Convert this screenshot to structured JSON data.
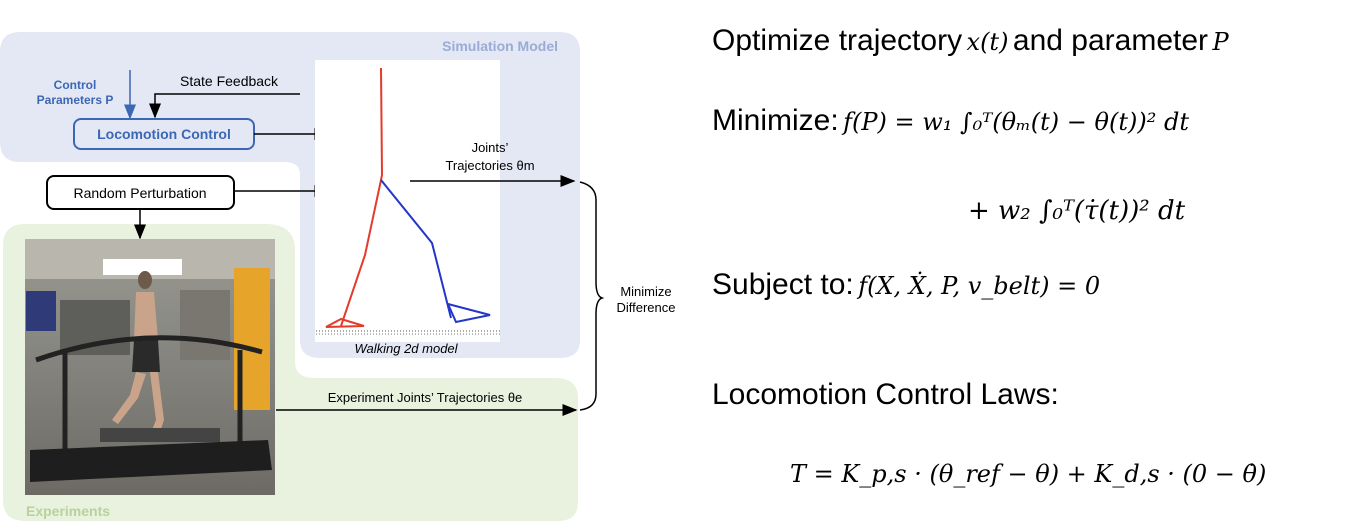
{
  "diagram": {
    "simulation_title": "Simulation Model",
    "experiments_title": "Experiments",
    "control_params": [
      "Control",
      "Parameters P"
    ],
    "state_feedback": "State Feedback",
    "locomotion_control": "Locomotion Control",
    "random_perturbation": "Random Perturbation",
    "walking_model_caption": "Walking 2d model",
    "joints_traj_line1": "Joints’",
    "joints_traj_line2": "Trajectories θm",
    "minimize_difference": [
      "Minimize",
      "Difference"
    ],
    "experiment_traj": "Experiment Joints’ Trajectories θe"
  },
  "equations": {
    "optimize_prefix": "Optimize trajectory",
    "optimize_x": "x(t)",
    "optimize_mid": "and parameter",
    "optimize_p": "P",
    "minimize_label": "Minimize:",
    "minimize_expr": "f(P) = w₁ ∫₀ᵀ(θₘ(t) − θ(t))² dt",
    "second_term": "+ w₂ ∫₀ᵀ(τ̇(t))² dt",
    "subject_label": "Subject to:",
    "subject_expr": "f(X, Ẋ, P, v_belt) = 0",
    "laws_title": "Locomotion Control Laws:",
    "laws_expr": "T = K_p,s · (θ_ref − θ) + K_d,s · (0 − θ̇)"
  },
  "colors": {
    "sim_bg": "#e3e8f4",
    "exp_bg": "#e9f1df",
    "sim_title": "#9aabd6",
    "exp_title": "#b7d39a",
    "control_blue": "#3c67b5",
    "model_red": "#e33b2c",
    "model_blue": "#2436c8"
  }
}
